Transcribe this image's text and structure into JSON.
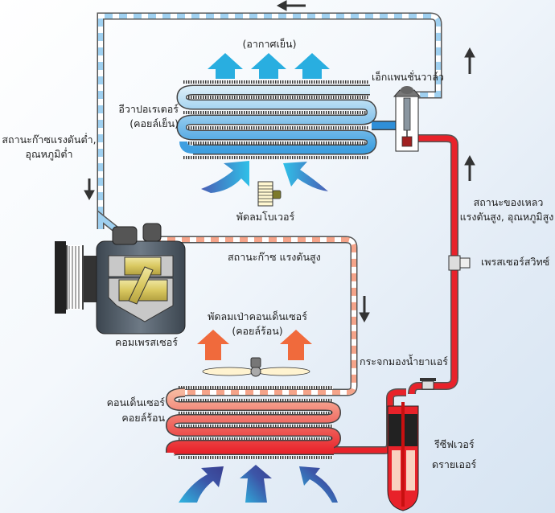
{
  "title": "Automotive air conditioning refrigerant cycle",
  "labels": {
    "cool_air": "(อากาศเย็น)",
    "expansion_valve": "เอ็กแพนชั่นวาล์ว",
    "evaporator_line1": "อีวาปอเรเตอร์",
    "evaporator_line2": "(คอยล์เย็น)",
    "low_pressure_line1": "สถานะก๊าซแรงดันต่ำ,",
    "low_pressure_line2": "อุณหภูมิต่ำ",
    "blower_fan": "พัดลมโบเวอร์",
    "high_liquid_line1": "สถานะของเหลว",
    "high_liquid_line2": "แรงดันสูง, อุณหภูมิสูง",
    "high_gas": "สถานะก๊าซ แรงดันสูง",
    "pressure_switch": "เพรสเซอร์สวิทซ์",
    "condenser_fan_line1": "พัดลมเป่าคอนเด็นเซอร์",
    "condenser_fan_line2": "(คอยล์ร้อน)",
    "compressor": "คอมเพรสเซอร์",
    "sight_glass": "กระจกมองน้ำยาแอร์",
    "condenser_line1": "คอนเด็นเซอร์",
    "condenser_line2": "คอยล์ร้อน",
    "receiver_line1": "รีซีฟเวอร์",
    "receiver_line2": "ดรายเออร์"
  },
  "colors": {
    "low_pressure_pipe": "#9fd0f0",
    "high_gas_pipe": "#f5a48a",
    "high_liquid_pipe": "#e8222a",
    "cool_arrow": "#29aee0",
    "hot_arrow": "#f06a3c",
    "intake_arrow": "#3a4fa0",
    "flow_arrow": "#333333"
  }
}
